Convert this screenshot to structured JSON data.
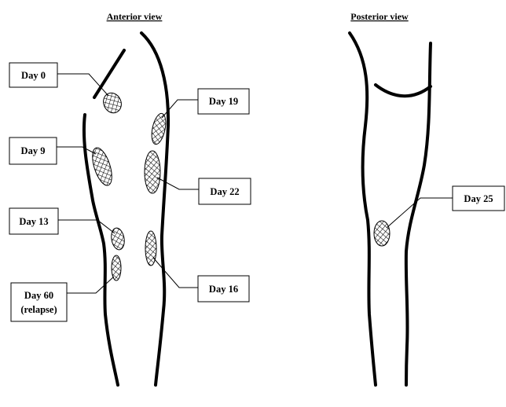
{
  "views": {
    "anterior_title": "Anterior view",
    "posterior_title": "Posterior view"
  },
  "labels": {
    "day0": "Day 0",
    "day9": "Day 9",
    "day13": "Day 13",
    "day60_line1": "Day 60",
    "day60_line2": "(relapse)",
    "day19": "Day 19",
    "day22": "Day 22",
    "day16": "Day 16",
    "day25": "Day 25"
  },
  "icons": {
    "lesion": "crosshatch-lesion-icon"
  }
}
